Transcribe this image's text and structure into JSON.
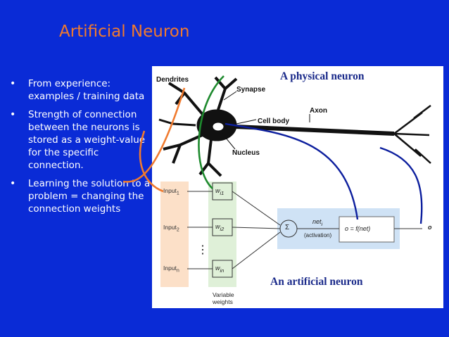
{
  "slide": {
    "title": "Artificial Neuron",
    "bullets": [
      "From experience: examples / training data",
      "Strength of connection between the neurons is stored as a weight-value for the specific connection.",
      "Learning the solution to a problem = changing the connection weights"
    ]
  },
  "figure": {
    "physical_label": "A physical neuron",
    "artificial_label": "An artificial neuron",
    "bio_labels": {
      "dendrites": "Dendrites",
      "synapse": "Synapse",
      "axon": "Axon",
      "cell_body": "Cell body",
      "nucleus": "Nucleus"
    },
    "inputs": [
      "Input",
      "Input",
      "Input"
    ],
    "input_subs": [
      "1",
      "2",
      "n"
    ],
    "weights": [
      "w",
      "w",
      "w"
    ],
    "weight_subs": [
      "i1",
      "i2",
      "in"
    ],
    "variable_weights": [
      "Variable",
      "weights"
    ],
    "sum_symbol": "Σ",
    "net": "net",
    "net_sub": "i",
    "activation": "(activation)",
    "output_formula": "o = f(net)",
    "output_label": "o"
  },
  "colors": {
    "background": "#0a2bd6",
    "title": "#f07a2e",
    "label": "#1a2a8a",
    "arrow_orange": "#f07a2e",
    "arrow_green": "#1e8a2e",
    "arrow_blue": "#0d1f9e"
  }
}
